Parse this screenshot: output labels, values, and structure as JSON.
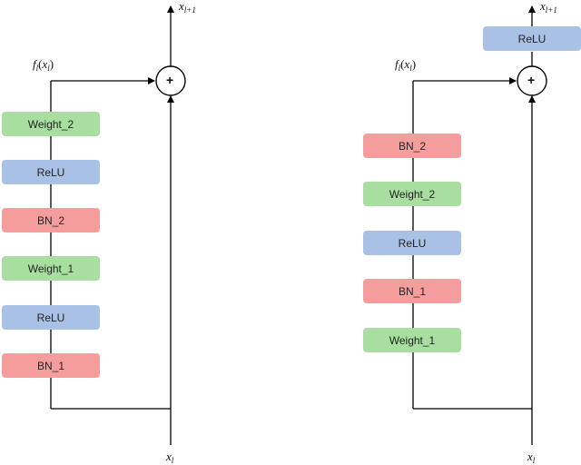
{
  "colors": {
    "weight": "#a8dfa0",
    "relu": "#a9c1e5",
    "bn": "#f59d9d",
    "line": "#000000"
  },
  "symbols": {
    "plus": "+",
    "x": "x",
    "f": "f",
    "sub_l": "l",
    "sub_l1": "l+1"
  },
  "left": {
    "blocks": [
      {
        "label": "Weight_2",
        "kind": "weight"
      },
      {
        "label": "ReLU",
        "kind": "relu"
      },
      {
        "label": "BN_2",
        "kind": "bn"
      },
      {
        "label": "Weight_1",
        "kind": "weight"
      },
      {
        "label": "ReLU",
        "kind": "relu"
      },
      {
        "label": "BN_1",
        "kind": "bn"
      }
    ]
  },
  "right": {
    "post_add_block": {
      "label": "ReLU",
      "kind": "relu"
    },
    "blocks": [
      {
        "label": "BN_2",
        "kind": "bn"
      },
      {
        "label": "Weight_2",
        "kind": "weight"
      },
      {
        "label": "ReLU",
        "kind": "relu"
      },
      {
        "label": "BN_1",
        "kind": "bn"
      },
      {
        "label": "Weight_1",
        "kind": "weight"
      }
    ]
  }
}
